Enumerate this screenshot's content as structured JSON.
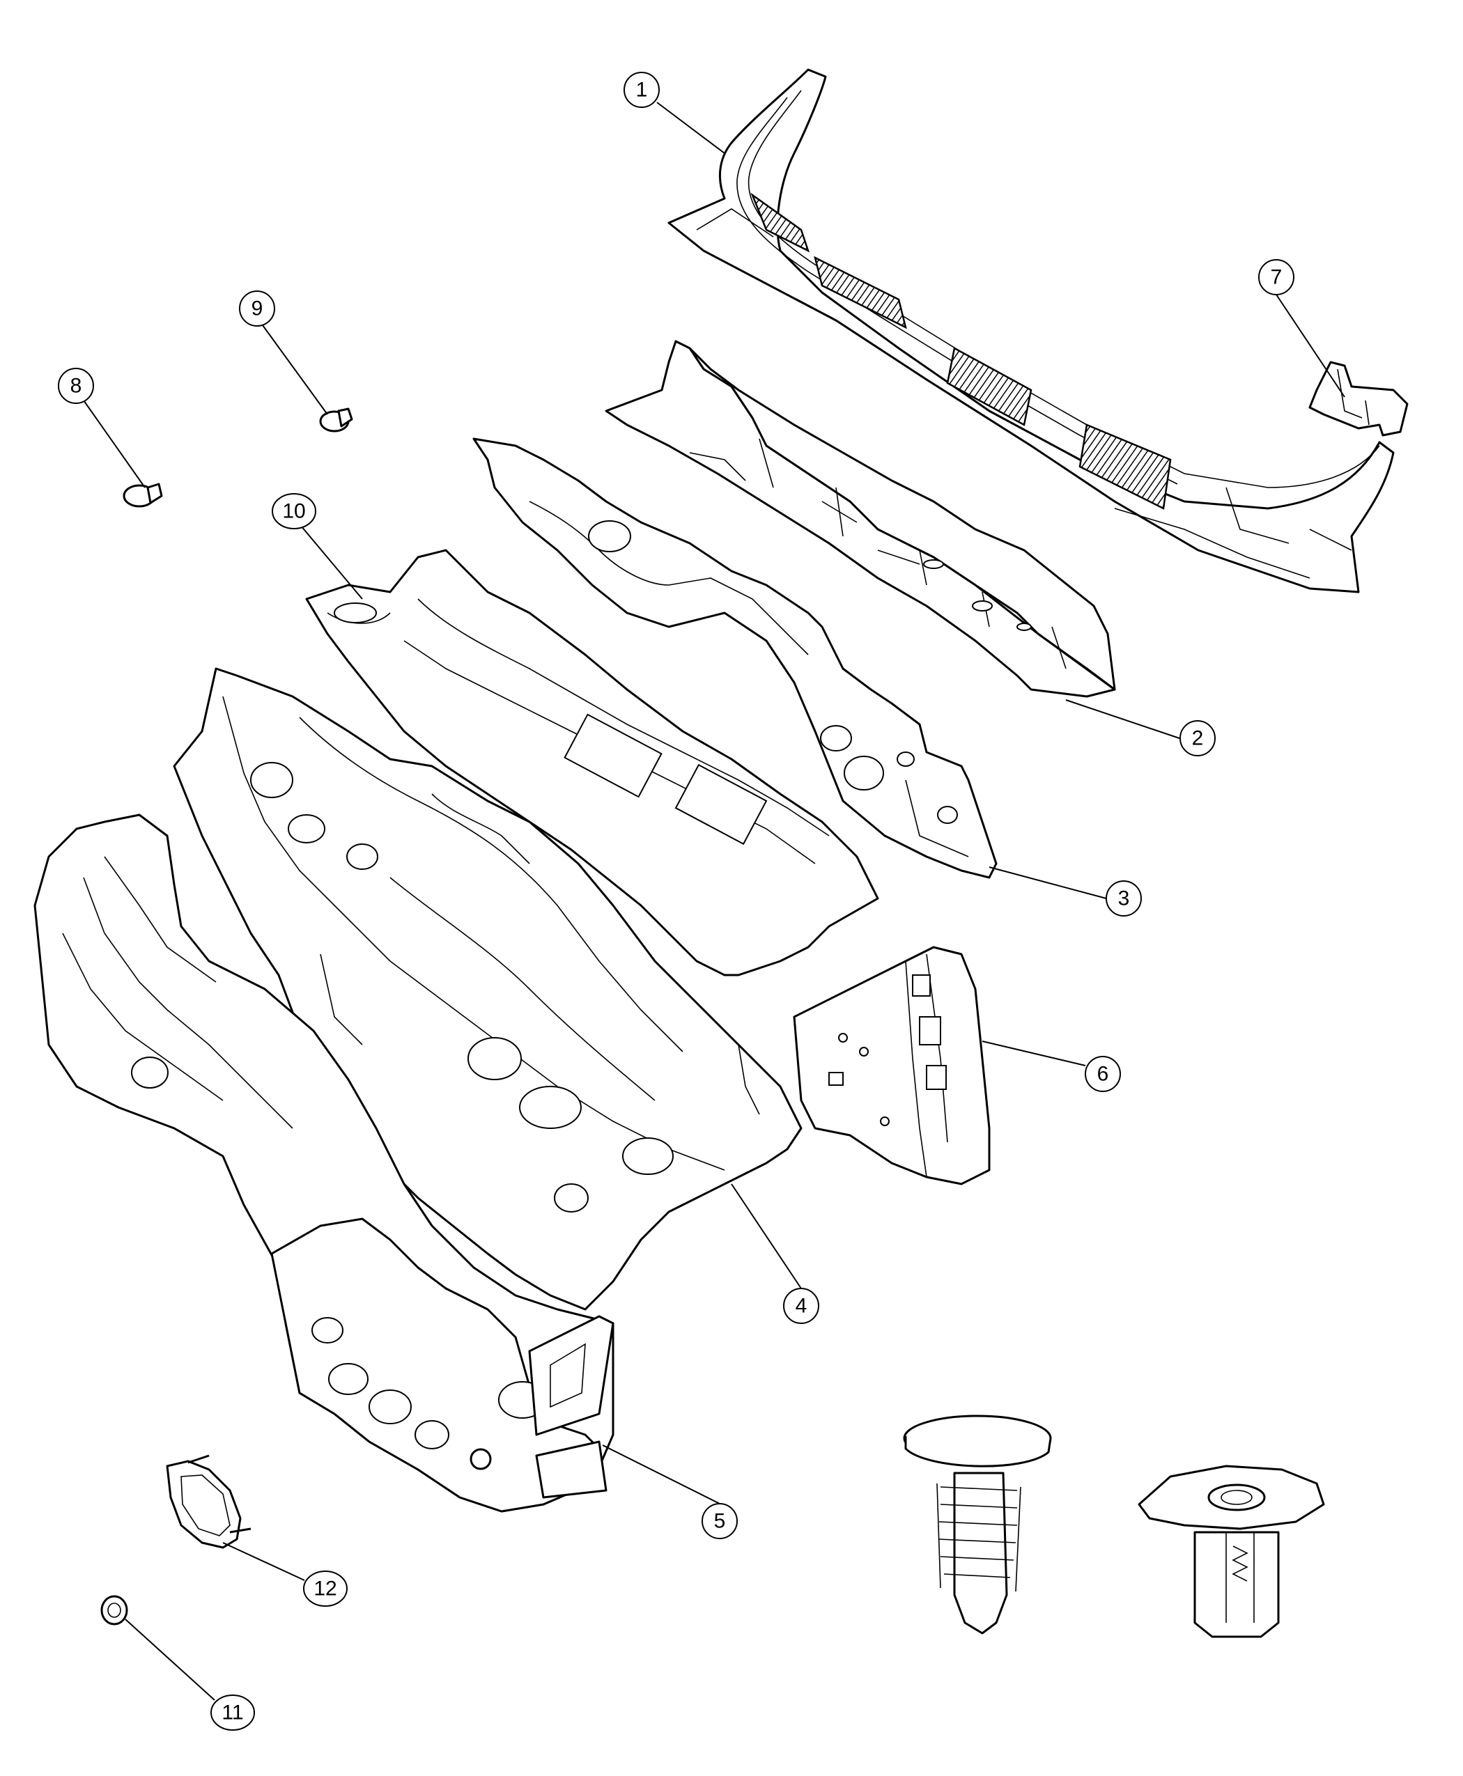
{
  "callouts": [
    {
      "number": "1"
    },
    {
      "number": "2"
    },
    {
      "number": "3"
    },
    {
      "number": "4"
    },
    {
      "number": "5"
    },
    {
      "number": "6"
    },
    {
      "number": "7"
    },
    {
      "number": "8"
    },
    {
      "number": "9"
    },
    {
      "number": "10"
    },
    {
      "number": "11"
    },
    {
      "number": "12"
    }
  ]
}
